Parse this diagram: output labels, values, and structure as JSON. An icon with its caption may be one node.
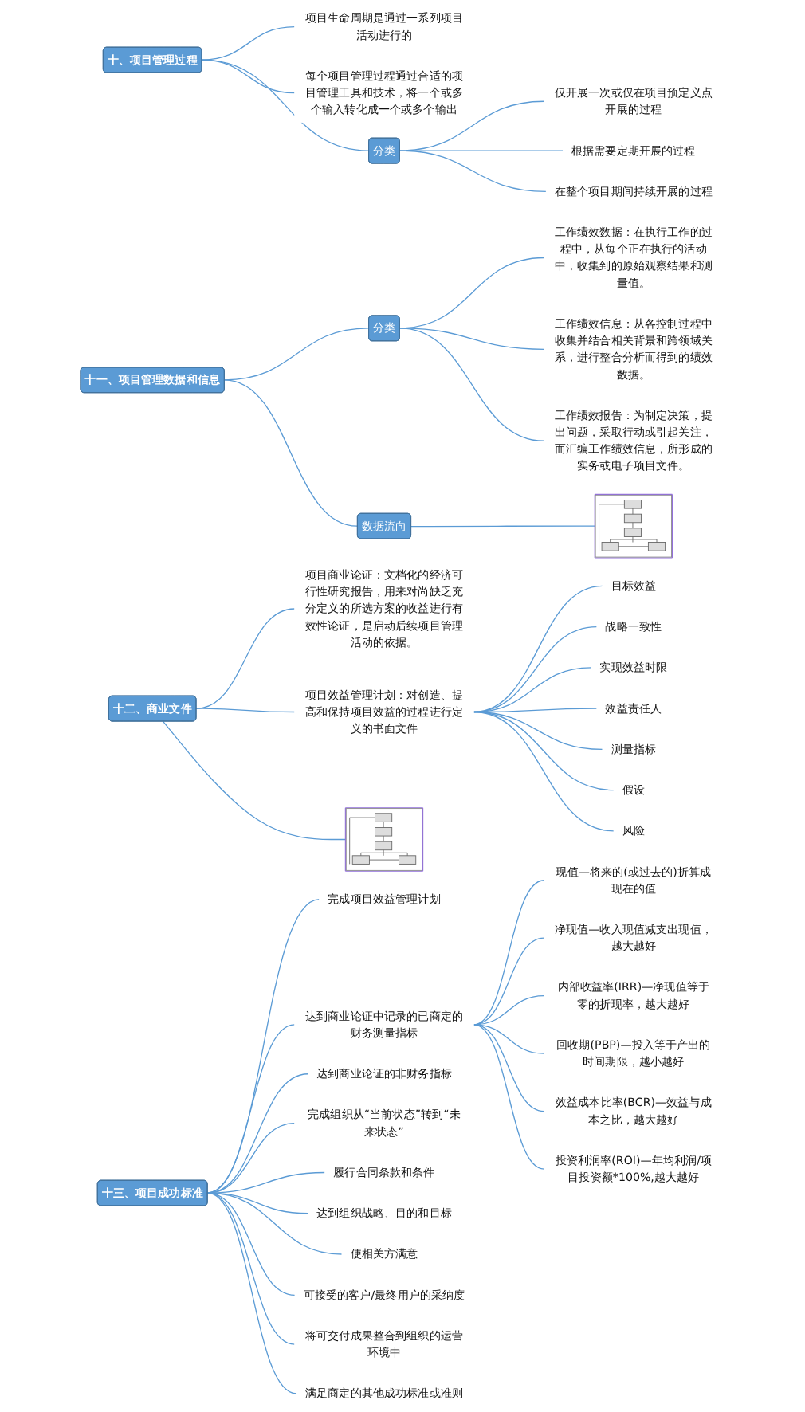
{
  "diagram": {
    "nodes": [
      {
        "text": [
          "十、项目管理过程"
        ]
      },
      {
        "text": [
          "项目生命周期是通过一系列项目活动进行的"
        ]
      },
      {
        "text": [
          "每个项目管理过程通过合适的项目管理工具和技术，将一个或多个输入转化成一个或多个输出"
        ]
      },
      {
        "text": [
          "分类"
        ]
      },
      {
        "text": [
          "仅开展一次或仅在项目预定义点开展的过程"
        ]
      },
      {
        "text": [
          "根据需要定期开展的过程"
        ]
      },
      {
        "text": [
          "在整个项目期间持续开展的过程"
        ]
      },
      {
        "text": [
          "十一、项目管理数据和信息"
        ]
      },
      {
        "text": [
          "分类"
        ]
      },
      {
        "text": [
          "工作绩效数据：在执行工作的过程中，从每个正在执行的活动中，收集到的原始观察结果和测量值。"
        ]
      },
      {
        "text": [
          "工作绩效信息：从各控制过程中收集并结合相关背景和跨领域关系，进行整合分析而得到的绩效数据。"
        ]
      },
      {
        "text": [
          "工作绩效报告：为制定决策，提出问题，采取行动或引起关注，而汇编工作绩效信息，所形成的实务或电子项目文件。"
        ]
      },
      {
        "text": [
          "数据流向"
        ]
      },
      {
        "text": [],
        "shape": "picture"
      },
      {
        "text": [
          "十二、商业文件"
        ]
      },
      {
        "text": [
          "项目商业论证：文档化的经济可行性研究报告，用来对尚缺乏充分定义的所选方案的收益进行有效性论证，是启动后续项目管理活动的依据。"
        ]
      },
      {
        "text": [
          "项目效益管理计划：对创造、提高和保持项目效益的过程进行定义的书面文件"
        ]
      },
      {
        "text": [],
        "shape": "picture"
      },
      {
        "text": [
          "目标效益"
        ]
      },
      {
        "text": [
          "战略一致性"
        ]
      },
      {
        "text": [
          "实现效益时限"
        ]
      },
      {
        "text": [
          "效益责任人"
        ]
      },
      {
        "text": [
          "测量指标"
        ]
      },
      {
        "text": [
          "假设"
        ]
      },
      {
        "text": [
          "风险"
        ]
      },
      {
        "text": [
          "十三、项目成功标准"
        ]
      },
      {
        "text": [
          "完成项目效益管理计划"
        ]
      },
      {
        "text": [
          "达到商业论证中记录的已商定的财务测量指标"
        ]
      },
      {
        "text": [
          "现值—将来的(或过去的)折算成现在的值"
        ]
      },
      {
        "text": [
          "净现值—收入现值减支出现值，越大越好"
        ]
      },
      {
        "text": [
          "内部收益率(IRR)—净现值等于零的折现率，越大越好"
        ]
      },
      {
        "text": [
          "回收期(PBP)—投入等于产出的时间期限，越小越好"
        ]
      },
      {
        "text": [
          "效益成本比率(BCR)—效益与成本之比，越大越好"
        ]
      },
      {
        "text": [
          "投资利润率(ROI)—年均利润/项目投资额*100%,越大越好"
        ]
      },
      {
        "text": [
          "达到商业论证的非财务指标"
        ]
      },
      {
        "text": [
          "完成组织从“当前状态”转到“未来状态”"
        ]
      },
      {
        "text": [
          "履行合同条款和条件"
        ]
      },
      {
        "text": [
          "达到组织战略、目的和目标"
        ]
      },
      {
        "text": [
          "使相关方满意"
        ]
      },
      {
        "text": [
          "可接受的客户/最终用户的采纳度"
        ]
      },
      {
        "text": [
          "将可交付成果整合到组织的运营环境中"
        ]
      },
      {
        "text": [
          "满足商定的其他成功标准或准则"
        ]
      }
    ],
    "edges": [
      {
        "from": 0,
        "to": 1,
        "arrow": "none"
      },
      {
        "from": 0,
        "to": 2,
        "arrow": "none"
      },
      {
        "from": 0,
        "to": 3,
        "arrow": "none"
      },
      {
        "from": 3,
        "to": 4,
        "arrow": "none"
      },
      {
        "from": 3,
        "to": 5,
        "arrow": "none"
      },
      {
        "from": 3,
        "to": 6,
        "arrow": "none"
      },
      {
        "from": 7,
        "to": 8,
        "arrow": "none"
      },
      {
        "from": 7,
        "to": 12,
        "arrow": "none"
      },
      {
        "from": 8,
        "to": 9,
        "arrow": "none"
      },
      {
        "from": 8,
        "to": 10,
        "arrow": "none"
      },
      {
        "from": 8,
        "to": 11,
        "arrow": "none"
      },
      {
        "from": 12,
        "to": 13,
        "arrow": "none"
      },
      {
        "from": 14,
        "to": 15,
        "arrow": "none"
      },
      {
        "from": 14,
        "to": 16,
        "arrow": "none"
      },
      {
        "from": 14,
        "to": 17,
        "arrow": "none"
      },
      {
        "from": 16,
        "to": 18,
        "arrow": "none"
      },
      {
        "from": 16,
        "to": 19,
        "arrow": "none"
      },
      {
        "from": 16,
        "to": 20,
        "arrow": "none"
      },
      {
        "from": 16,
        "to": 21,
        "arrow": "none"
      },
      {
        "from": 16,
        "to": 22,
        "arrow": "none"
      },
      {
        "from": 16,
        "to": 23,
        "arrow": "none"
      },
      {
        "from": 16,
        "to": 24,
        "arrow": "none"
      },
      {
        "from": 25,
        "to": 26,
        "arrow": "none"
      },
      {
        "from": 25,
        "to": 27,
        "arrow": "none"
      },
      {
        "from": 27,
        "to": 28,
        "arrow": "none"
      },
      {
        "from": 27,
        "to": 29,
        "arrow": "none"
      },
      {
        "from": 27,
        "to": 30,
        "arrow": "none"
      },
      {
        "from": 27,
        "to": 31,
        "arrow": "none"
      },
      {
        "from": 27,
        "to": 32,
        "arrow": "none"
      },
      {
        "from": 27,
        "to": 33,
        "arrow": "none"
      },
      {
        "from": 25,
        "to": 34,
        "arrow": "none"
      },
      {
        "from": 25,
        "to": 35,
        "arrow": "none"
      },
      {
        "from": 25,
        "to": 36,
        "arrow": "none"
      },
      {
        "from": 25,
        "to": 37,
        "arrow": "none"
      },
      {
        "from": 25,
        "to": 38,
        "arrow": "none"
      },
      {
        "from": 25,
        "to": 39,
        "arrow": "none"
      },
      {
        "from": 25,
        "to": 40,
        "arrow": "none"
      },
      {
        "from": 25,
        "to": 41,
        "arrow": "none"
      }
    ]
  }
}
